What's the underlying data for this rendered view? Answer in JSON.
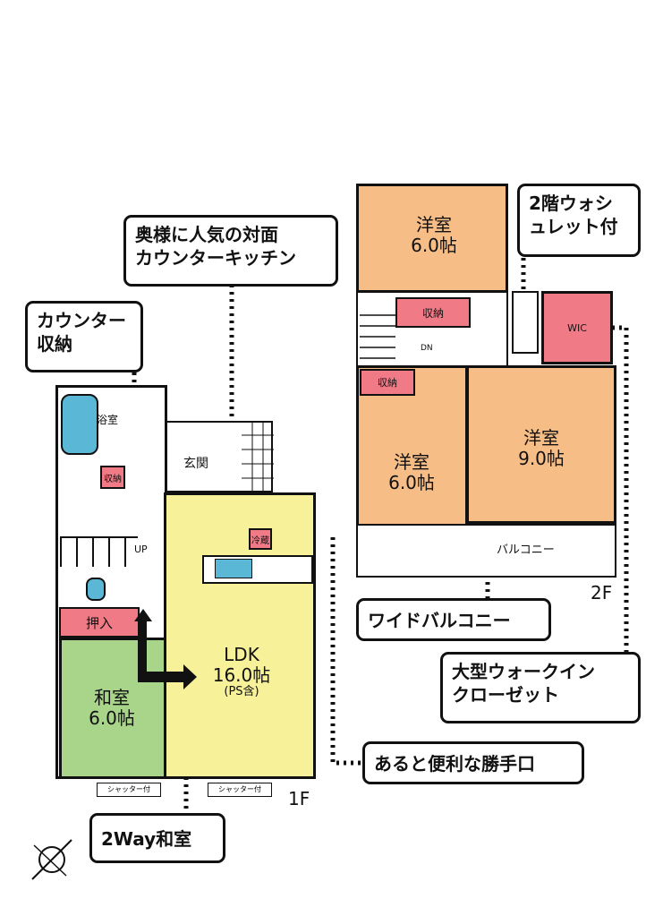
{
  "callouts": {
    "kitchen": "奥様に人気の対面\nカウンターキッチン",
    "counter_storage": "カウンター\n収納",
    "washlet": "2階ウォシ\nュレット付",
    "wide_balcony": "ワイドバルコニー",
    "walk_in_closet": "大型ウォークイン\nクローゼット",
    "back_door": "あると便利な勝手口",
    "two_way": "2Way和室"
  },
  "floor1": {
    "label": "1F",
    "ldk_name": "LDK",
    "ldk_size": "16.0帖",
    "ldk_note": "(PS含)",
    "washitsu_name": "和室",
    "washitsu_size": "6.0帖",
    "bath": "浴室",
    "entrance": "玄関",
    "storage_oshiire": "押入",
    "storage_shuno": "収納",
    "fridge": "冷蔵",
    "shutter1": "シャッター付",
    "shutter2": "シャッター付",
    "up": "UP"
  },
  "floor2": {
    "label": "2F",
    "room1_name": "洋室",
    "room1_size": "6.0帖",
    "room2_name": "洋室",
    "room2_size": "6.0帖",
    "room3_name": "洋室",
    "room3_size": "9.0帖",
    "storage": "収納",
    "storage2": "収納",
    "wic": "WIC",
    "balcony": "バルコニー",
    "dn": "DN"
  },
  "colors": {
    "orange_room": "#f6bd86",
    "green_room": "#a9d58a",
    "yellow_room": "#f7f19a",
    "pink_storage": "#f07a86",
    "blue_fixture": "#5ab7d6"
  }
}
